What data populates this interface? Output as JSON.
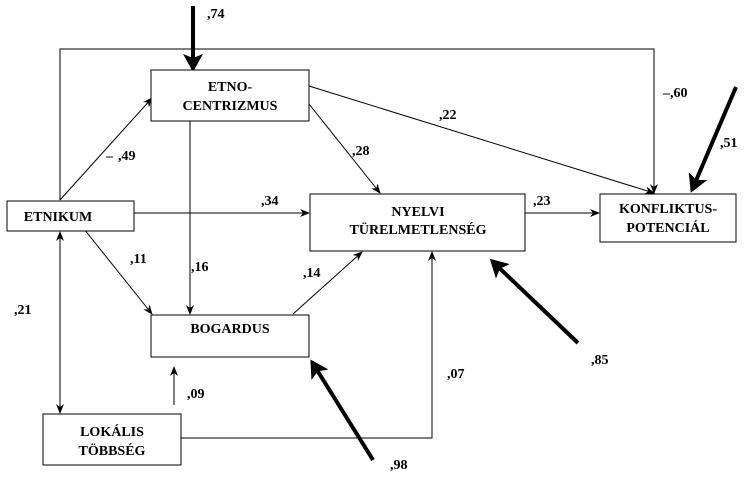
{
  "nodes": {
    "etnocentrizmus": {
      "lines": [
        "ETNO-",
        "CENTRIZMUS"
      ]
    },
    "etnikum": {
      "lines": [
        "ETNIKUM"
      ]
    },
    "nyelvi": {
      "lines": [
        "NYELVI",
        "TÜRELMETLENSÉG"
      ]
    },
    "konfliktus": {
      "lines": [
        "KONFLIKTUS-",
        "POTENCIÁL"
      ]
    },
    "bogardus": {
      "lines": [
        "BOGARDUS"
      ]
    },
    "lokalis": {
      "lines": [
        "LOKÁLIS",
        "TÖBBSÉG"
      ]
    }
  },
  "paths": {
    "etnikum_to_etnocentrizmus": ",49",
    "etnikum_to_etnocentrizmus_sign": "–",
    "etnikum_to_nyelvi": ",34",
    "etnikum_to_bogardus": ",11",
    "etnikum_to_konfliktus": "–,60",
    "etnikum_lokalis": ",21",
    "etnocentrizmus_to_nyelvi": ",28",
    "etnocentrizmus_to_konfliktus": ",22",
    "etnocentrizmus_to_bogardus": ",16",
    "bogardus_to_nyelvi": ",14",
    "nyelvi_to_konfliktus": ",23",
    "lokalis_to_bogardus": ",09",
    "lokalis_to_nyelvi": ",07"
  },
  "residuals": {
    "etnocentrizmus": ",74",
    "konfliktus": ",51",
    "nyelvi": ",85",
    "bogardus": ",98"
  }
}
